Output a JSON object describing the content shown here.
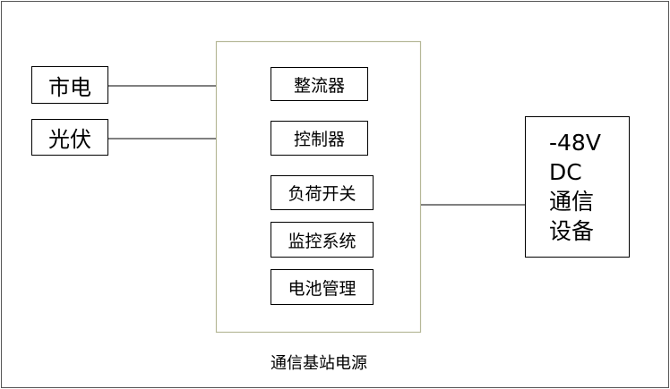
{
  "sources": [
    {
      "id": "grid",
      "label": "市电"
    },
    {
      "id": "pv",
      "label": "光伏"
    }
  ],
  "modules": [
    {
      "id": "rectifier",
      "label": "整流器"
    },
    {
      "id": "controller",
      "label": "控制器"
    },
    {
      "id": "load-switch",
      "label": "负荷开关"
    },
    {
      "id": "monitoring",
      "label": "监控系统"
    },
    {
      "id": "battery-mgmt",
      "label": "电池管理"
    }
  ],
  "power_system": {
    "caption": "通信基站电源"
  },
  "device": {
    "lines": [
      "-48V",
      "DC",
      "通信",
      "设备"
    ]
  },
  "colors": {
    "stroke": "#000000",
    "container_border": "#b6b898",
    "outer_border": "#555555"
  }
}
